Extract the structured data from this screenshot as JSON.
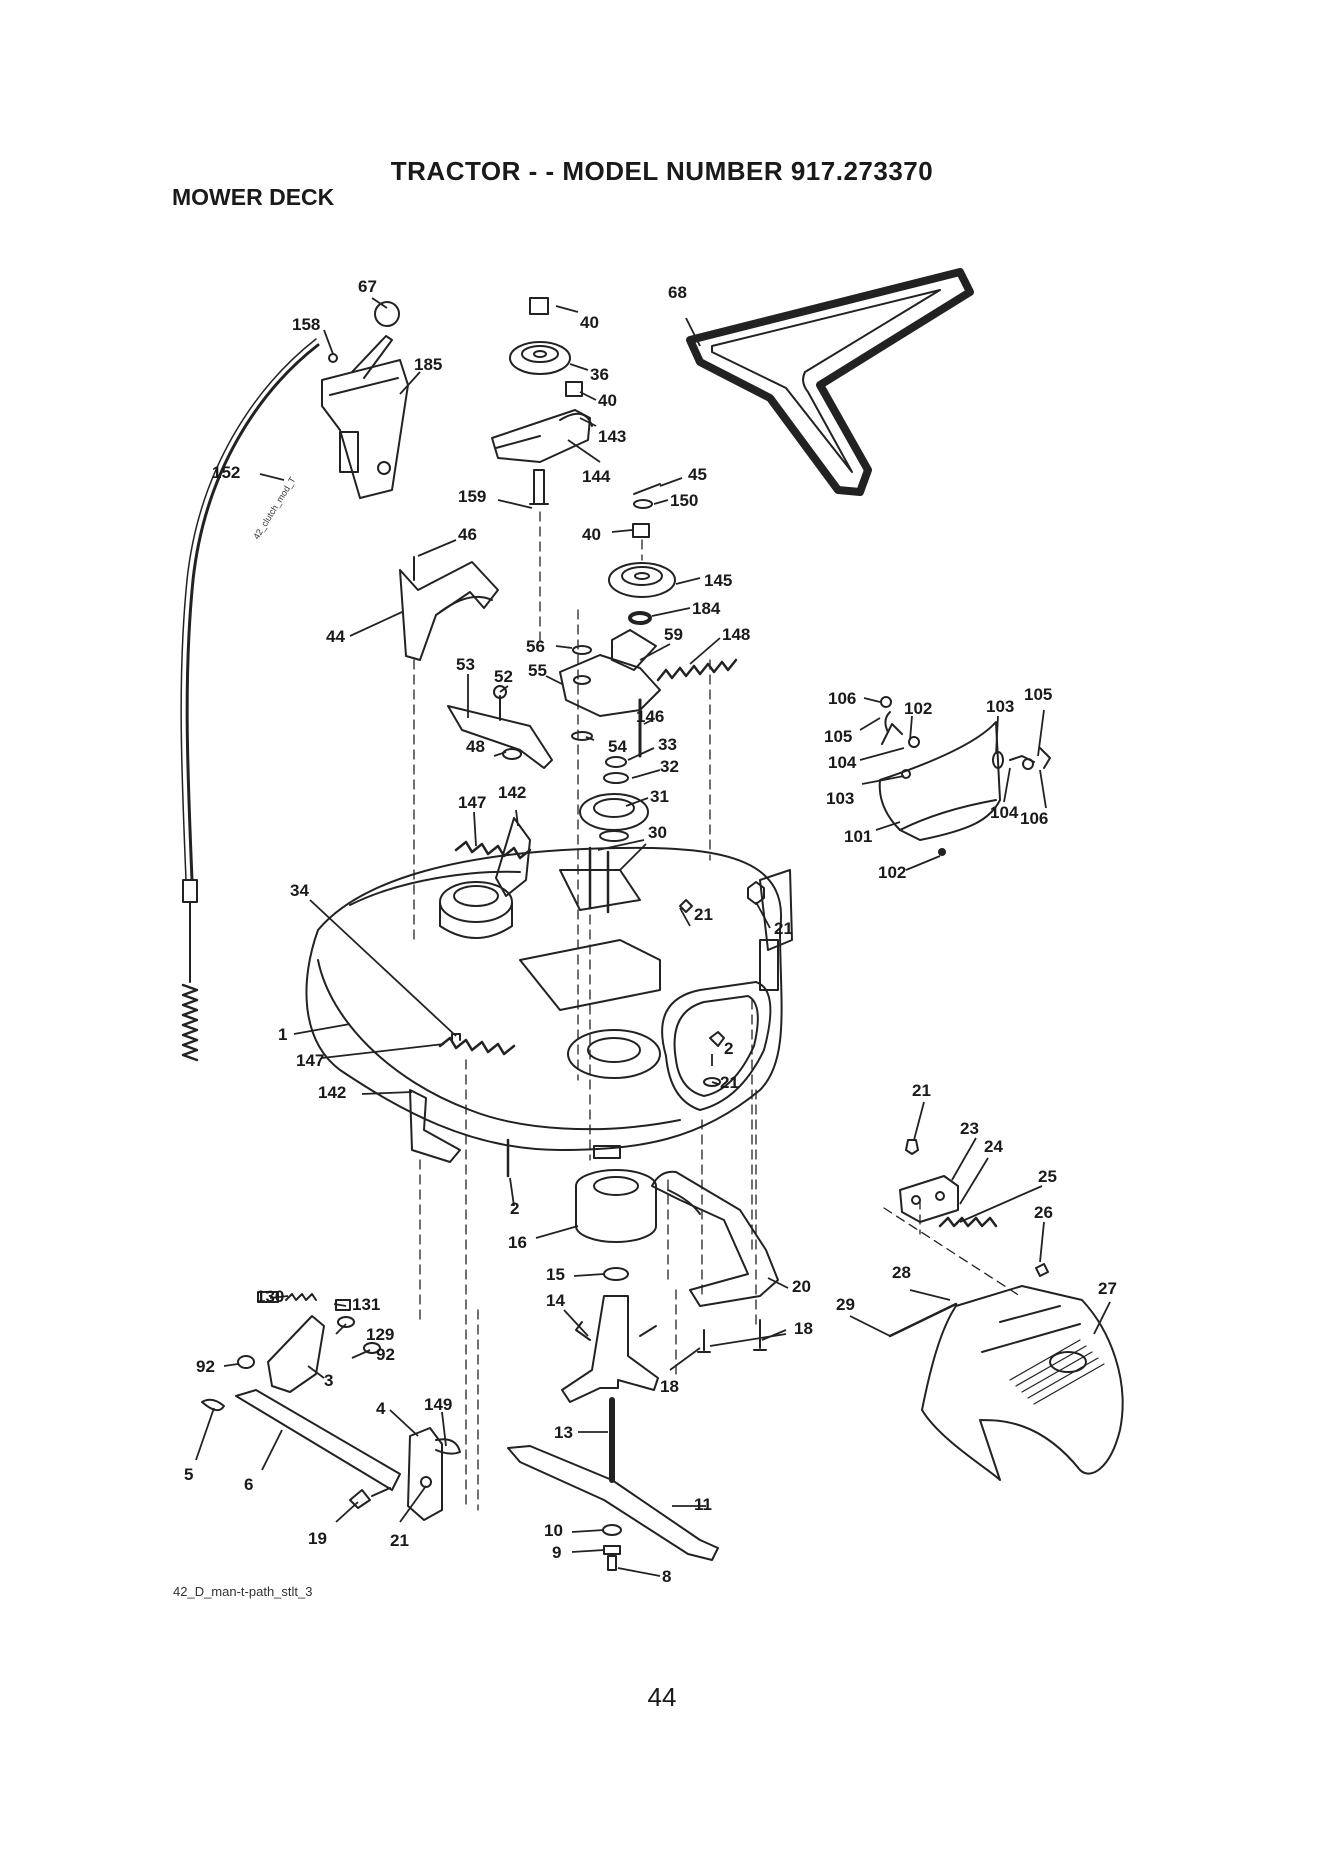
{
  "header": {
    "title": "TRACTOR - - MODEL NUMBER  917.273370",
    "section": "MOWER DECK"
  },
  "part_labels": [
    {
      "id": "p67",
      "text": "67"
    },
    {
      "id": "p158",
      "text": "158"
    },
    {
      "id": "p185",
      "text": "185"
    },
    {
      "id": "p152",
      "text": "152"
    },
    {
      "id": "p40a",
      "text": "40"
    },
    {
      "id": "p36",
      "text": "36"
    },
    {
      "id": "p40b",
      "text": "40"
    },
    {
      "id": "p143",
      "text": "143"
    },
    {
      "id": "p144",
      "text": "144"
    },
    {
      "id": "p159",
      "text": "159"
    },
    {
      "id": "p45",
      "text": "45"
    },
    {
      "id": "p150",
      "text": "150"
    },
    {
      "id": "p40c",
      "text": "40"
    },
    {
      "id": "p68",
      "text": "68"
    },
    {
      "id": "p46",
      "text": "46"
    },
    {
      "id": "p44",
      "text": "44"
    },
    {
      "id": "p145",
      "text": "145"
    },
    {
      "id": "p184",
      "text": "184"
    },
    {
      "id": "p56",
      "text": "56"
    },
    {
      "id": "p59",
      "text": "59"
    },
    {
      "id": "p148",
      "text": "148"
    },
    {
      "id": "p53",
      "text": "53"
    },
    {
      "id": "p52",
      "text": "52"
    },
    {
      "id": "p55",
      "text": "55"
    },
    {
      "id": "p146",
      "text": "146"
    },
    {
      "id": "p48",
      "text": "48"
    },
    {
      "id": "p54",
      "text": "54"
    },
    {
      "id": "p33",
      "text": "33"
    },
    {
      "id": "p32",
      "text": "32"
    },
    {
      "id": "p147a",
      "text": "147"
    },
    {
      "id": "p142a",
      "text": "142"
    },
    {
      "id": "p31",
      "text": "31"
    },
    {
      "id": "p30",
      "text": "30"
    },
    {
      "id": "p34",
      "text": "34"
    },
    {
      "id": "p21a",
      "text": "21"
    },
    {
      "id": "p21b",
      "text": "21"
    },
    {
      "id": "p1",
      "text": "1"
    },
    {
      "id": "p147b",
      "text": "147"
    },
    {
      "id": "p142b",
      "text": "142"
    },
    {
      "id": "p2a",
      "text": "2"
    },
    {
      "id": "p21c",
      "text": "21"
    },
    {
      "id": "p2b",
      "text": "2"
    },
    {
      "id": "p16",
      "text": "16"
    },
    {
      "id": "p15",
      "text": "15"
    },
    {
      "id": "p14",
      "text": "14"
    },
    {
      "id": "p20",
      "text": "20"
    },
    {
      "id": "p18a",
      "text": "18"
    },
    {
      "id": "p18b",
      "text": "18"
    },
    {
      "id": "p130",
      "text": "130"
    },
    {
      "id": "p131",
      "text": "131"
    },
    {
      "id": "p129",
      "text": "129"
    },
    {
      "id": "p92a",
      "text": "92"
    },
    {
      "id": "p92b",
      "text": "92"
    },
    {
      "id": "p3",
      "text": "3"
    },
    {
      "id": "p4",
      "text": "4"
    },
    {
      "id": "p149",
      "text": "149"
    },
    {
      "id": "p5",
      "text": "5"
    },
    {
      "id": "p6",
      "text": "6"
    },
    {
      "id": "p19",
      "text": "19"
    },
    {
      "id": "p21d",
      "text": "21"
    },
    {
      "id": "p13",
      "text": "13"
    },
    {
      "id": "p11",
      "text": "11"
    },
    {
      "id": "p10",
      "text": "10"
    },
    {
      "id": "p9",
      "text": "9"
    },
    {
      "id": "p8",
      "text": "8"
    },
    {
      "id": "p106a",
      "text": "106"
    },
    {
      "id": "p102a",
      "text": "102"
    },
    {
      "id": "p105a",
      "text": "105"
    },
    {
      "id": "p103a",
      "text": "103"
    },
    {
      "id": "p105b",
      "text": "105"
    },
    {
      "id": "p104a",
      "text": "104"
    },
    {
      "id": "p103b",
      "text": "103"
    },
    {
      "id": "p104b",
      "text": "104"
    },
    {
      "id": "p106b",
      "text": "106"
    },
    {
      "id": "p101",
      "text": "101"
    },
    {
      "id": "p102b",
      "text": "102"
    },
    {
      "id": "p21e",
      "text": "21"
    },
    {
      "id": "p23",
      "text": "23"
    },
    {
      "id": "p24",
      "text": "24"
    },
    {
      "id": "p25",
      "text": "25"
    },
    {
      "id": "p26",
      "text": "26"
    },
    {
      "id": "p28",
      "text": "28"
    },
    {
      "id": "p27",
      "text": "27"
    },
    {
      "id": "p29",
      "text": "29"
    }
  ],
  "cable_text": "42_clutch_mod_T",
  "footer": {
    "figure_code": "42_D_man-t-path_stlt_3",
    "page_number": "44"
  }
}
